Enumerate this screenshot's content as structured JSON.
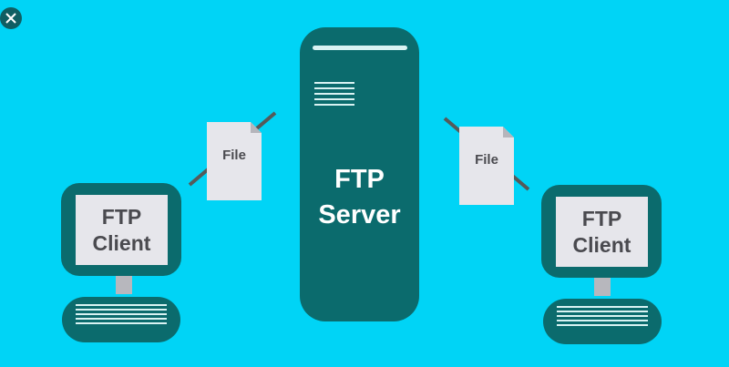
{
  "server": {
    "line1": "FTP",
    "line2": "Server"
  },
  "client_left": {
    "line1": "FTP",
    "line2": "Client"
  },
  "client_right": {
    "line1": "FTP",
    "line2": "Client"
  },
  "file_left": {
    "label": "File"
  },
  "file_right": {
    "label": "File"
  },
  "colors": {
    "background": "#00d4f6",
    "device": "#0b6b6d",
    "screen": "#e6e6eb",
    "text_dark": "#4a4a4f",
    "arrow": "#555a5a"
  }
}
